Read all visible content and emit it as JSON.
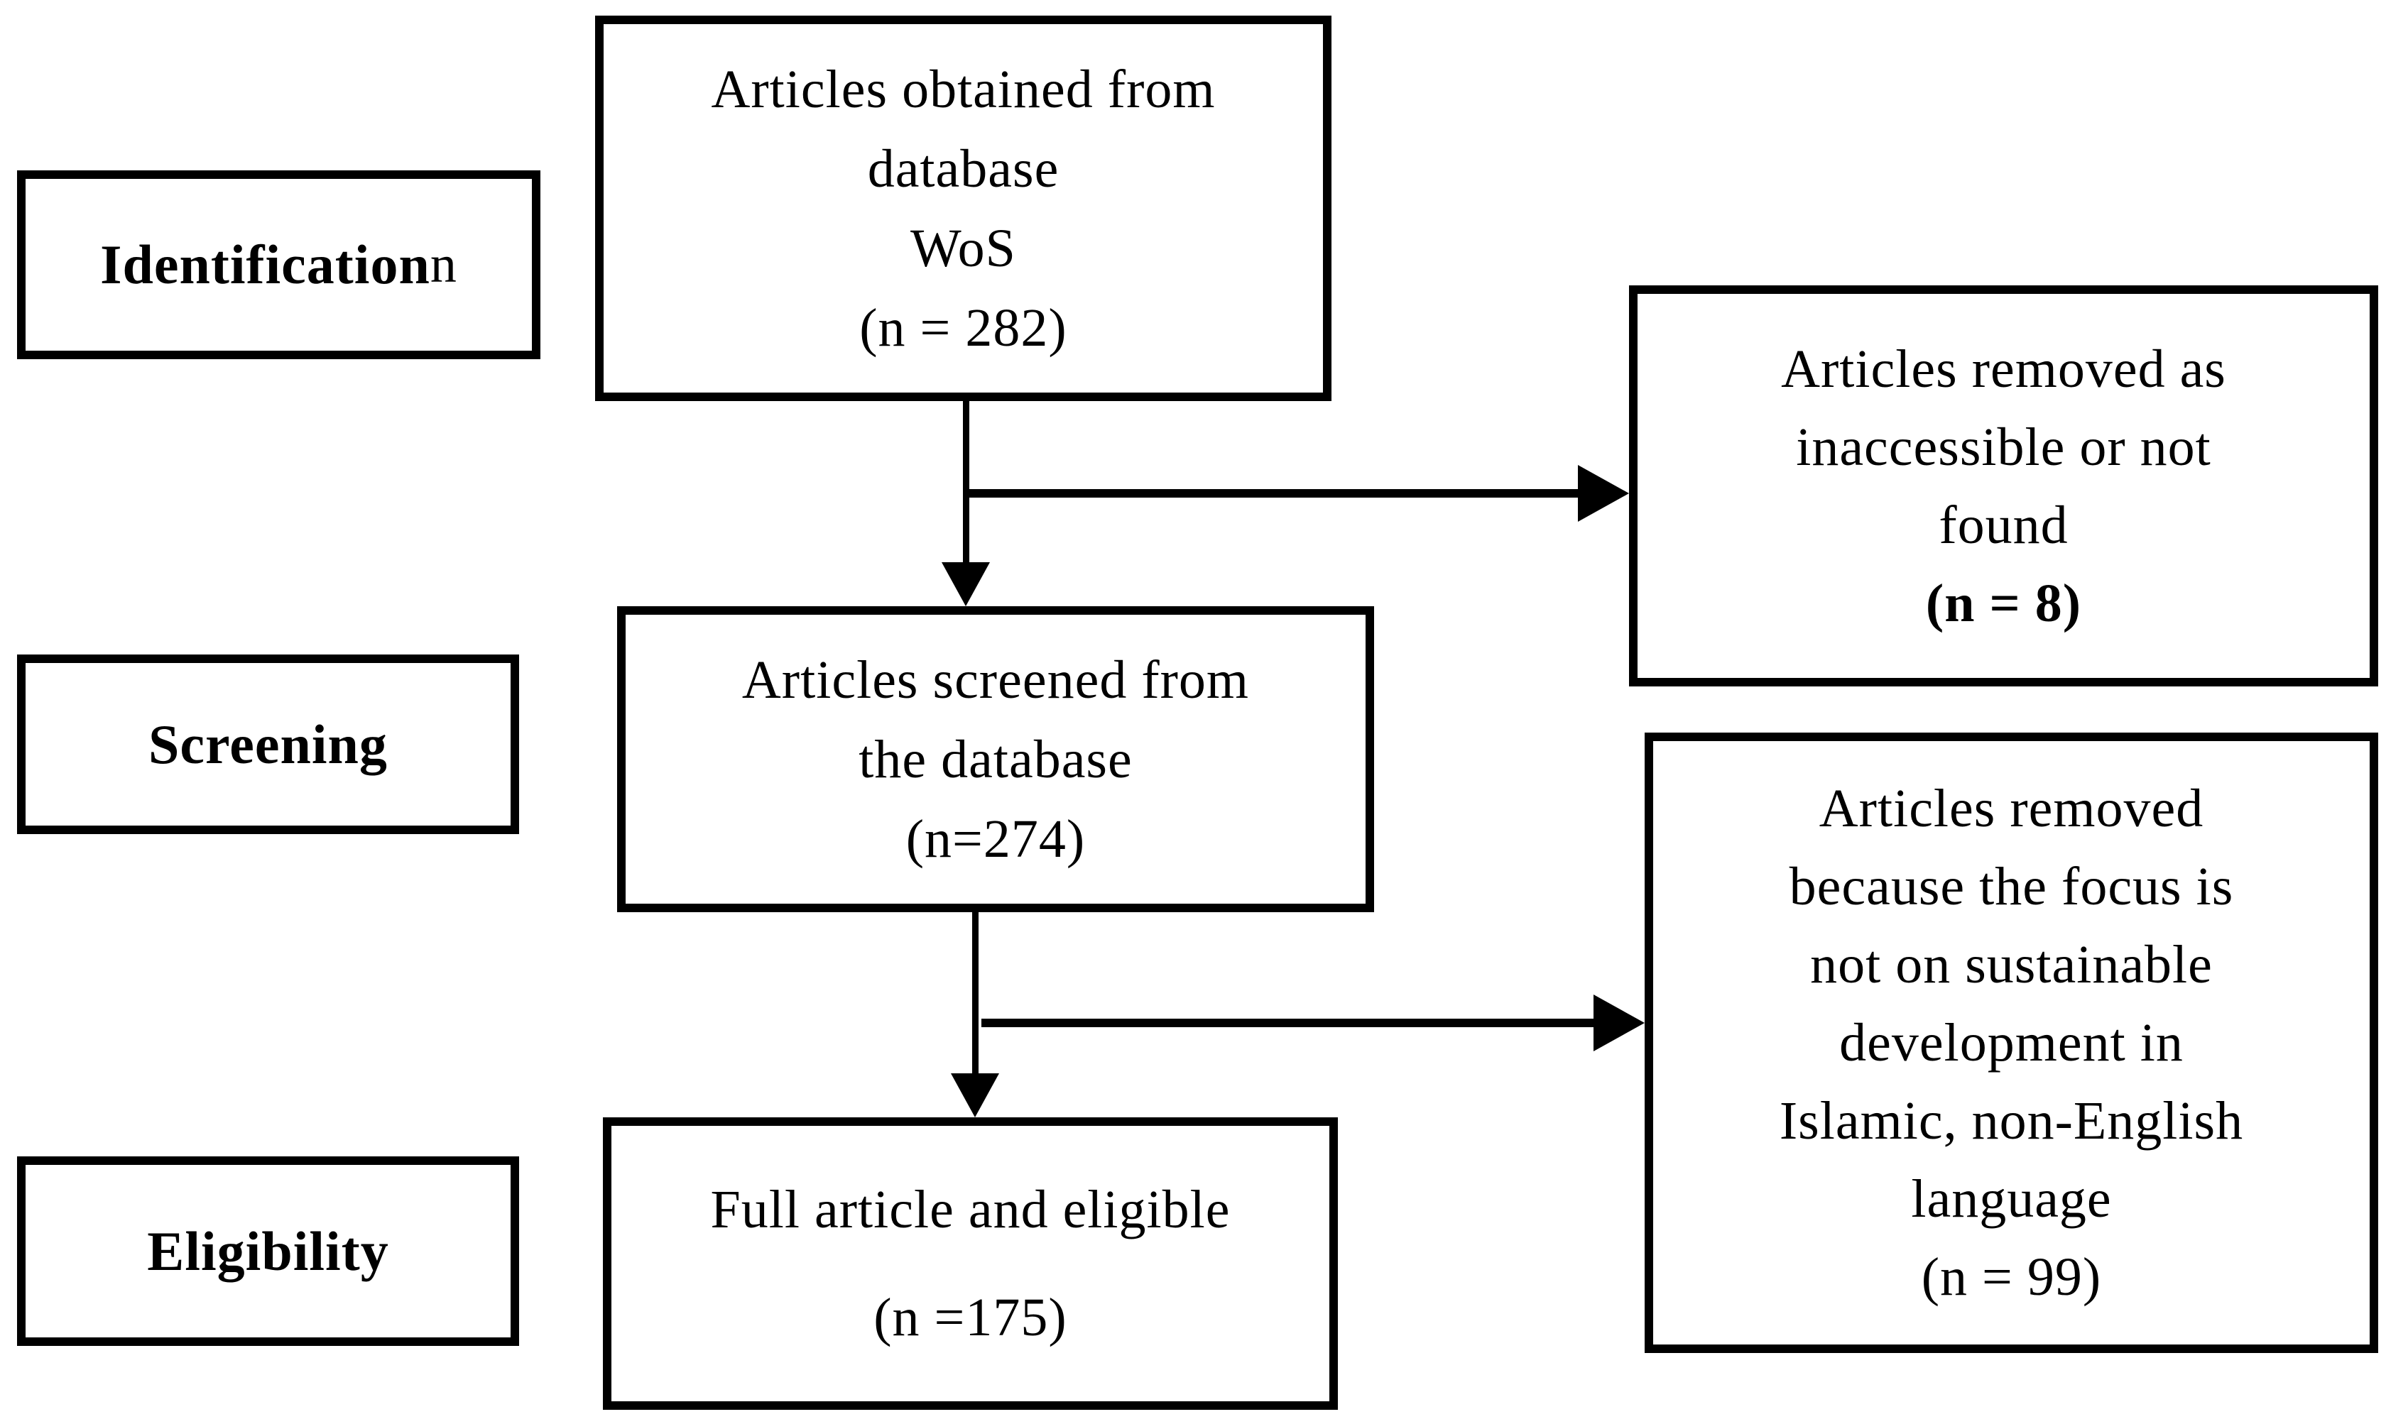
{
  "colors": {
    "ink": "#000000",
    "paper": "#ffffff"
  },
  "stages": {
    "identification": {
      "label": "Identification",
      "suffix": "n"
    },
    "screening": {
      "label": "Screening",
      "suffix": ""
    },
    "eligibility": {
      "label": "Eligibility",
      "suffix": ""
    }
  },
  "flow": {
    "obtained": {
      "lines": [
        "Articles obtained from",
        "database",
        "WoS",
        "(n = 282)"
      ]
    },
    "screened": {
      "lines": [
        "Articles screened from",
        "the database",
        "(n=274)"
      ]
    },
    "eligible": {
      "line": "Full article and eligible",
      "count": "(n =175)"
    }
  },
  "removed": {
    "inaccessible": {
      "lines": [
        "Articles removed as",
        "inaccessible or not",
        "found"
      ],
      "count": "(n = 8)"
    },
    "focus": {
      "lines": [
        "Articles removed",
        "because the focus is",
        "not on sustainable",
        "development in",
        "Islamic, non-English",
        "language",
        "(n = 99)"
      ]
    }
  }
}
